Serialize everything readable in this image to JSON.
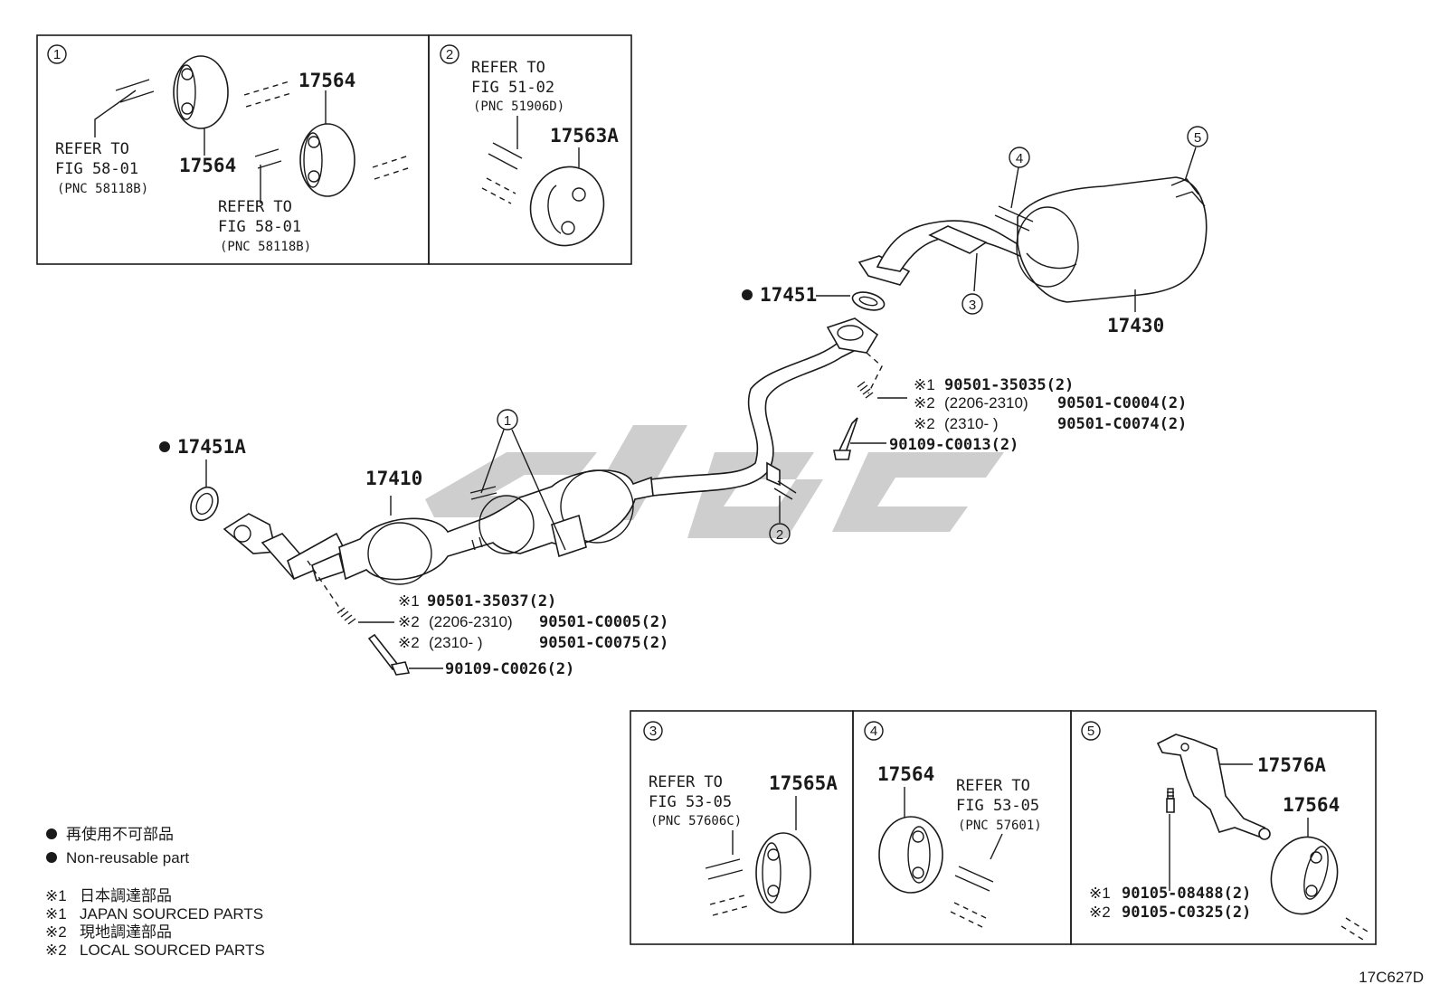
{
  "colors": {
    "ink": "#1a1a1a",
    "watermark": "#bdbdbd",
    "background": "#ffffff"
  },
  "inset1": {
    "callout": "1",
    "part_a": "17564",
    "part_b": "17564",
    "ref1": {
      "line1": "REFER TO",
      "line2": "FIG 58-01",
      "line3": "(PNC 58118B)"
    },
    "ref2": {
      "line1": "REFER TO",
      "line2": "FIG 58-01",
      "line3": "(PNC 58118B)"
    }
  },
  "inset2": {
    "callout": "2",
    "part": "17563A",
    "ref": {
      "line1": "REFER TO",
      "line2": "FIG 51-02",
      "line3": "(PNC 51906D)"
    }
  },
  "main": {
    "gasket_rear": "17451",
    "gasket_front": "17451A",
    "cat_pipe": "17410",
    "muffler": "17430",
    "callouts": {
      "c1": "1",
      "c2": "2",
      "c3": "3",
      "c4": "4",
      "c5": "5"
    },
    "fasteners_upper": {
      "line1_mark": "※1",
      "line1_pn": "90501-35035(2)",
      "line2_mark": "※2",
      "line2_range": "(2206-2310)",
      "line2_pn": "90501-C0004(2)",
      "line3_mark": "※2",
      "line3_range": "(2310-     )",
      "line3_pn": "90501-C0074(2)",
      "bolt_pn": "90109-C0013(2)"
    },
    "fasteners_lower": {
      "line1_mark": "※1",
      "line1_pn": "90501-35037(2)",
      "line2_mark": "※2",
      "line2_range": "(2206-2310)",
      "line2_pn": "90501-C0005(2)",
      "line3_mark": "※2",
      "line3_range": "(2310-     )",
      "line3_pn": "90501-C0075(2)",
      "bolt_pn": "90109-C0026(2)"
    }
  },
  "inset3": {
    "callout": "3",
    "part": "17565A",
    "ref": {
      "line1": "REFER TO",
      "line2": "FIG 53-05",
      "line3": "(PNC 57606C)"
    }
  },
  "inset4": {
    "callout": "4",
    "part": "17564",
    "ref": {
      "line1": "REFER TO",
      "line2": "FIG 53-05",
      "line3": "(PNC 57601)"
    }
  },
  "inset5": {
    "callout": "5",
    "bracket": "17576A",
    "part": "17564",
    "bolt1_mark": "※1",
    "bolt1_pn": "90105-08488(2)",
    "bolt2_mark": "※2",
    "bolt2_pn": "90105-C0325(2)"
  },
  "legend": {
    "nonreusable_jp": "再使用不可部品",
    "nonreusable_en": "Non-reusable part",
    "n1_mark": "※1",
    "n1_jp": "日本調達部品",
    "n1_en": "JAPAN SOURCED PARTS",
    "n2_mark": "※2",
    "n2_jp": "現地調達部品",
    "n2_en": "LOCAL SOURCED PARTS"
  },
  "figure_id": "17C627D"
}
